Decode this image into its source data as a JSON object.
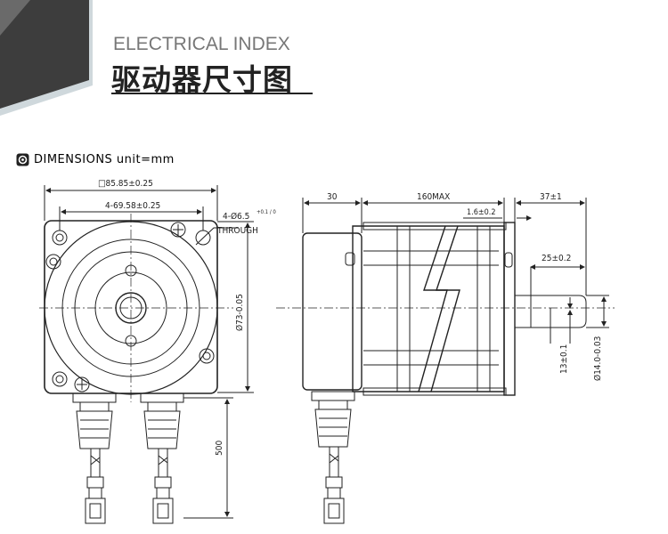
{
  "header": {
    "title_en": "ELECTRICAL INDEX",
    "title_cn": "驱动器尺寸图"
  },
  "section": {
    "title": "DIMENSIONS unit=mm"
  },
  "front_view": {
    "dim_square": "□85.85±0.25",
    "dim_hole_spacing": "4-69.58±0.25",
    "dim_holes": "4-Ø6.5",
    "dim_holes_tol": "+0.1 / 0",
    "dim_through": "THROUGH",
    "dim_pilot": "Ø73-0.05",
    "dim_cable": "500"
  },
  "side_view": {
    "dim_30": "30",
    "dim_160": "160MAX",
    "dim_37": "37±1",
    "dim_1_6": "1.6±0.2",
    "dim_25": "25±0.2",
    "dim_13": "13±0.1",
    "dim_shaft": "Ø14.0-0.03"
  },
  "colors": {
    "corner_dark": "#3d3d3d",
    "corner_accent": "#cfd8dc",
    "line": "#222222"
  }
}
